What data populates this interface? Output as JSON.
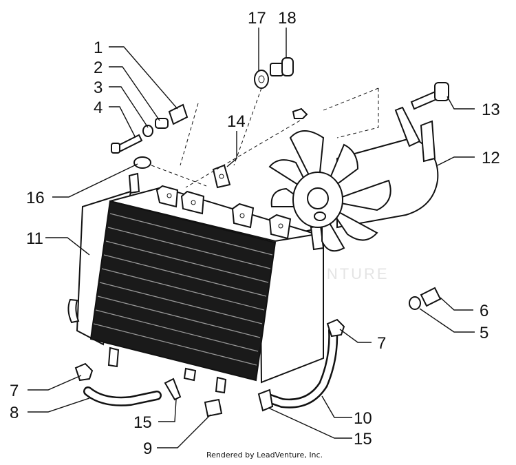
{
  "callouts": {
    "c1": "1",
    "c2": "2",
    "c3": "3",
    "c4": "4",
    "c5": "5",
    "c6": "6",
    "c7a": "7",
    "c7b": "7",
    "c8": "8",
    "c9": "9",
    "c10": "10",
    "c11": "11",
    "c12": "12",
    "c13": "13",
    "c14": "14",
    "c15a": "15",
    "c15b": "15",
    "c16": "16",
    "c17": "17",
    "c18": "18"
  },
  "watermark": "LEADVENTURE",
  "footer": "Rendered by LeadVenture, Inc."
}
